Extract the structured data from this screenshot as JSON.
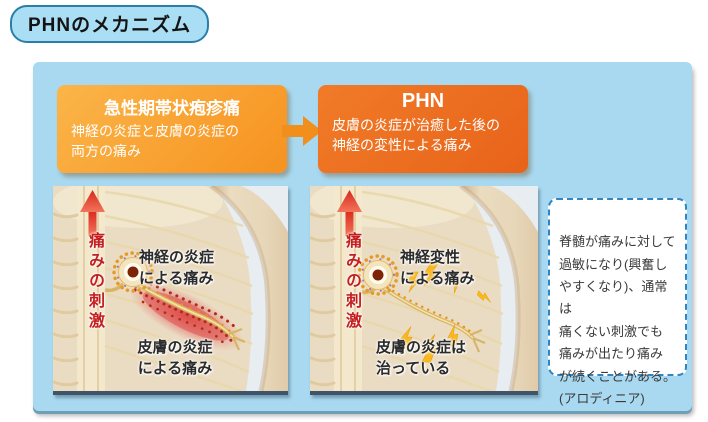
{
  "header": {
    "title": "PHNのメカニズム"
  },
  "flow": {
    "acute": {
      "title": "急性期帯状疱疹痛",
      "desc": "神経の炎症と皮膚の炎症の\n両方の痛み"
    },
    "phn": {
      "title": "PHN",
      "desc": "皮膚の炎症が治癒した後の\n神経の変性による痛み"
    },
    "arrow_icon": "right-arrow"
  },
  "acute_illustration": {
    "stimulus_label": "痛みの刺激",
    "nerve_label": "神経の炎症\nによる痛み",
    "skin_label": "皮膚の炎症\nによる痛み"
  },
  "phn_illustration": {
    "stimulus_label": "痛みの刺激",
    "nerve_label": "神経変性\nによる痛み",
    "skin_label": "皮膚の炎症は\n治っている"
  },
  "note": {
    "text": "脊髄が痛みに対して\n過敏になり(興奮し\nやすくなり)、通常は\n痛くない刺激でも\n痛みが出たり痛み\nが続くことがある。\n(アロディニア)"
  },
  "colors": {
    "panel_bg": "#A8D9F0",
    "acute_box_orange": "#F9A326",
    "phn_box_orange": "#ED6D1D",
    "flow_arrow_orange": "#F28F1C",
    "note_border_blue": "#2F86C3",
    "pain_red": "#C41E1E",
    "inflammation_red": "#DE4747",
    "bolt_yellow": "#F7B91E",
    "nerve_yellow": "#D8B466",
    "skin_beige": "#EADCC3",
    "pill_bg": "#A9DEF4",
    "pill_border": "#2B7FA6"
  }
}
